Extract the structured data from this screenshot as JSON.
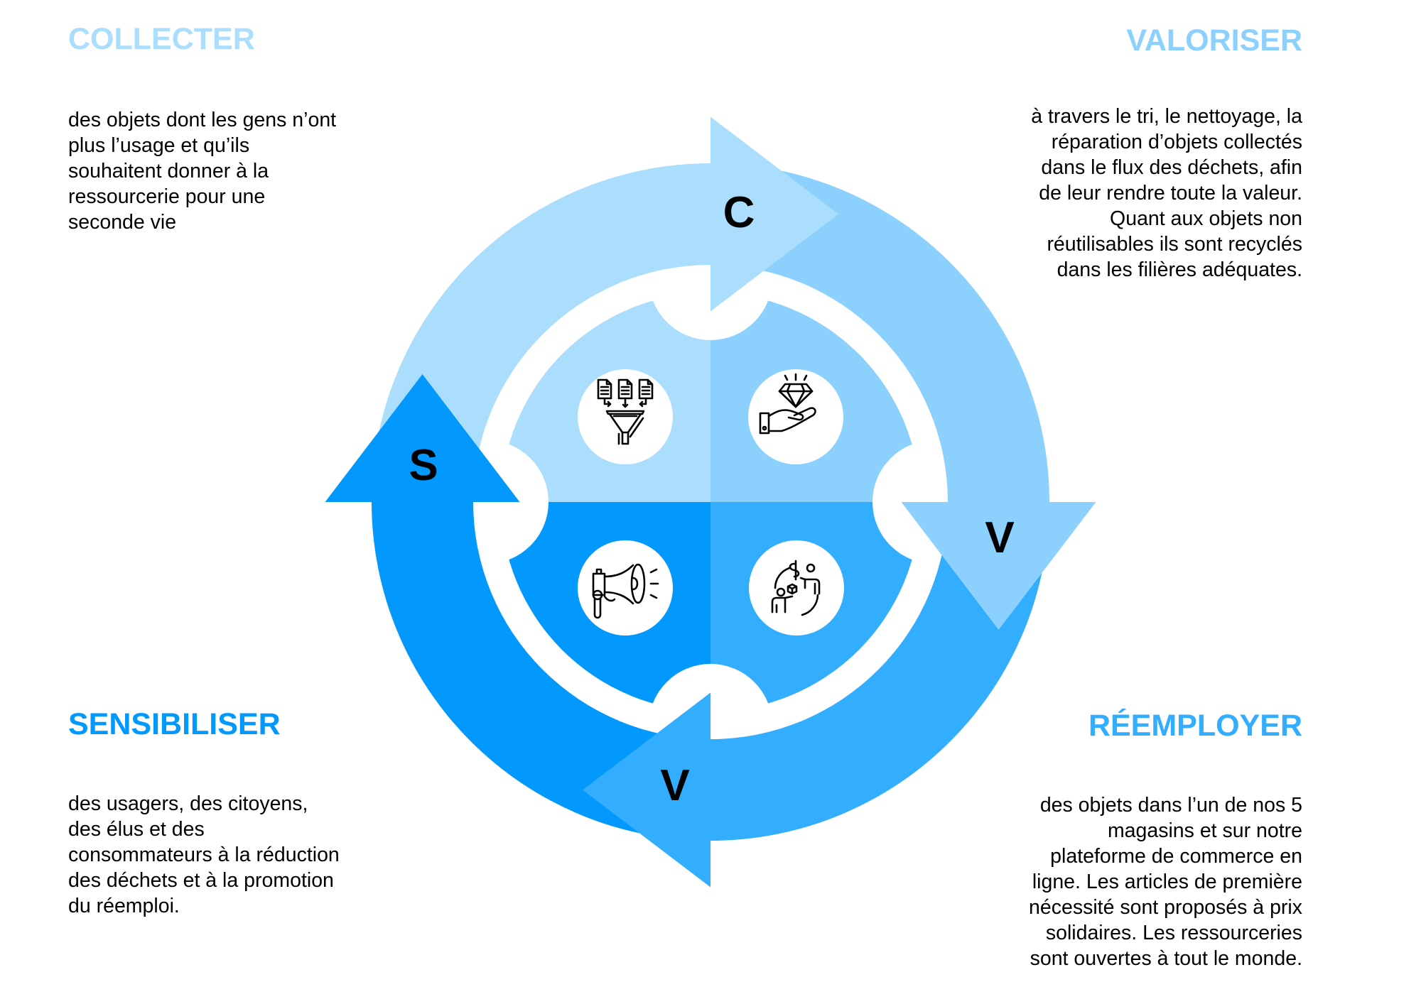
{
  "colors": {
    "collecter": "#ABDEFC",
    "valoriser": "#8CD1FD",
    "reemployer": "#33ADFD",
    "sensibiliser": "#0399FC"
  },
  "stages": {
    "collecter": {
      "title": "COLLECTER",
      "letter": "C",
      "icon": "funnel-documents-icon",
      "lines": [
        "des objets dont les gens n’ont",
        "plus l’usage et qu’ils",
        "souhaitent donner à la",
        "ressourcerie pour une",
        "seconde vie"
      ]
    },
    "valoriser": {
      "title": "VALORISER",
      "letter": "V",
      "icon": "diamond-in-hand-icon",
      "lines": [
        "à travers le tri, le nettoyage, la",
        "réparation d’objets collectés",
        "dans le flux des déchets, afin",
        "de leur rendre toute la valeur.",
        "Quant aux objets non",
        "réutilisables ils sont recyclés",
        "dans les filières adéquates."
      ]
    },
    "reemployer": {
      "title": "RÉEMPLOYER",
      "letter": "V",
      "icon": "exchange-money-goods-icon",
      "lines": [
        "des objets dans l’un de nos 5",
        "magasins et sur notre",
        "plateforme de commerce en",
        "ligne. Les articles de première",
        "nécessité sont proposés à prix",
        "solidaires. Les ressourceries",
        "sont ouvertes à tout le monde."
      ]
    },
    "sensibiliser": {
      "title": "SENSIBILISER",
      "letter": "S",
      "icon": "megaphone-icon",
      "lines": [
        "des usagers, des citoyens,",
        "des élus et des",
        "consommateurs à la réduction",
        "des déchets et à la promotion",
        "du réemploi."
      ]
    }
  }
}
